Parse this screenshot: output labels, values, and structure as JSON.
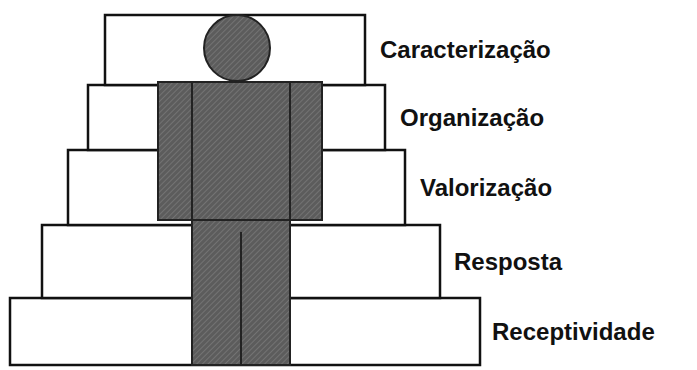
{
  "diagram": {
    "labels": [
      "Caracterização",
      "Organização",
      "Valorização",
      "Resposta",
      "Receptividade"
    ]
  }
}
